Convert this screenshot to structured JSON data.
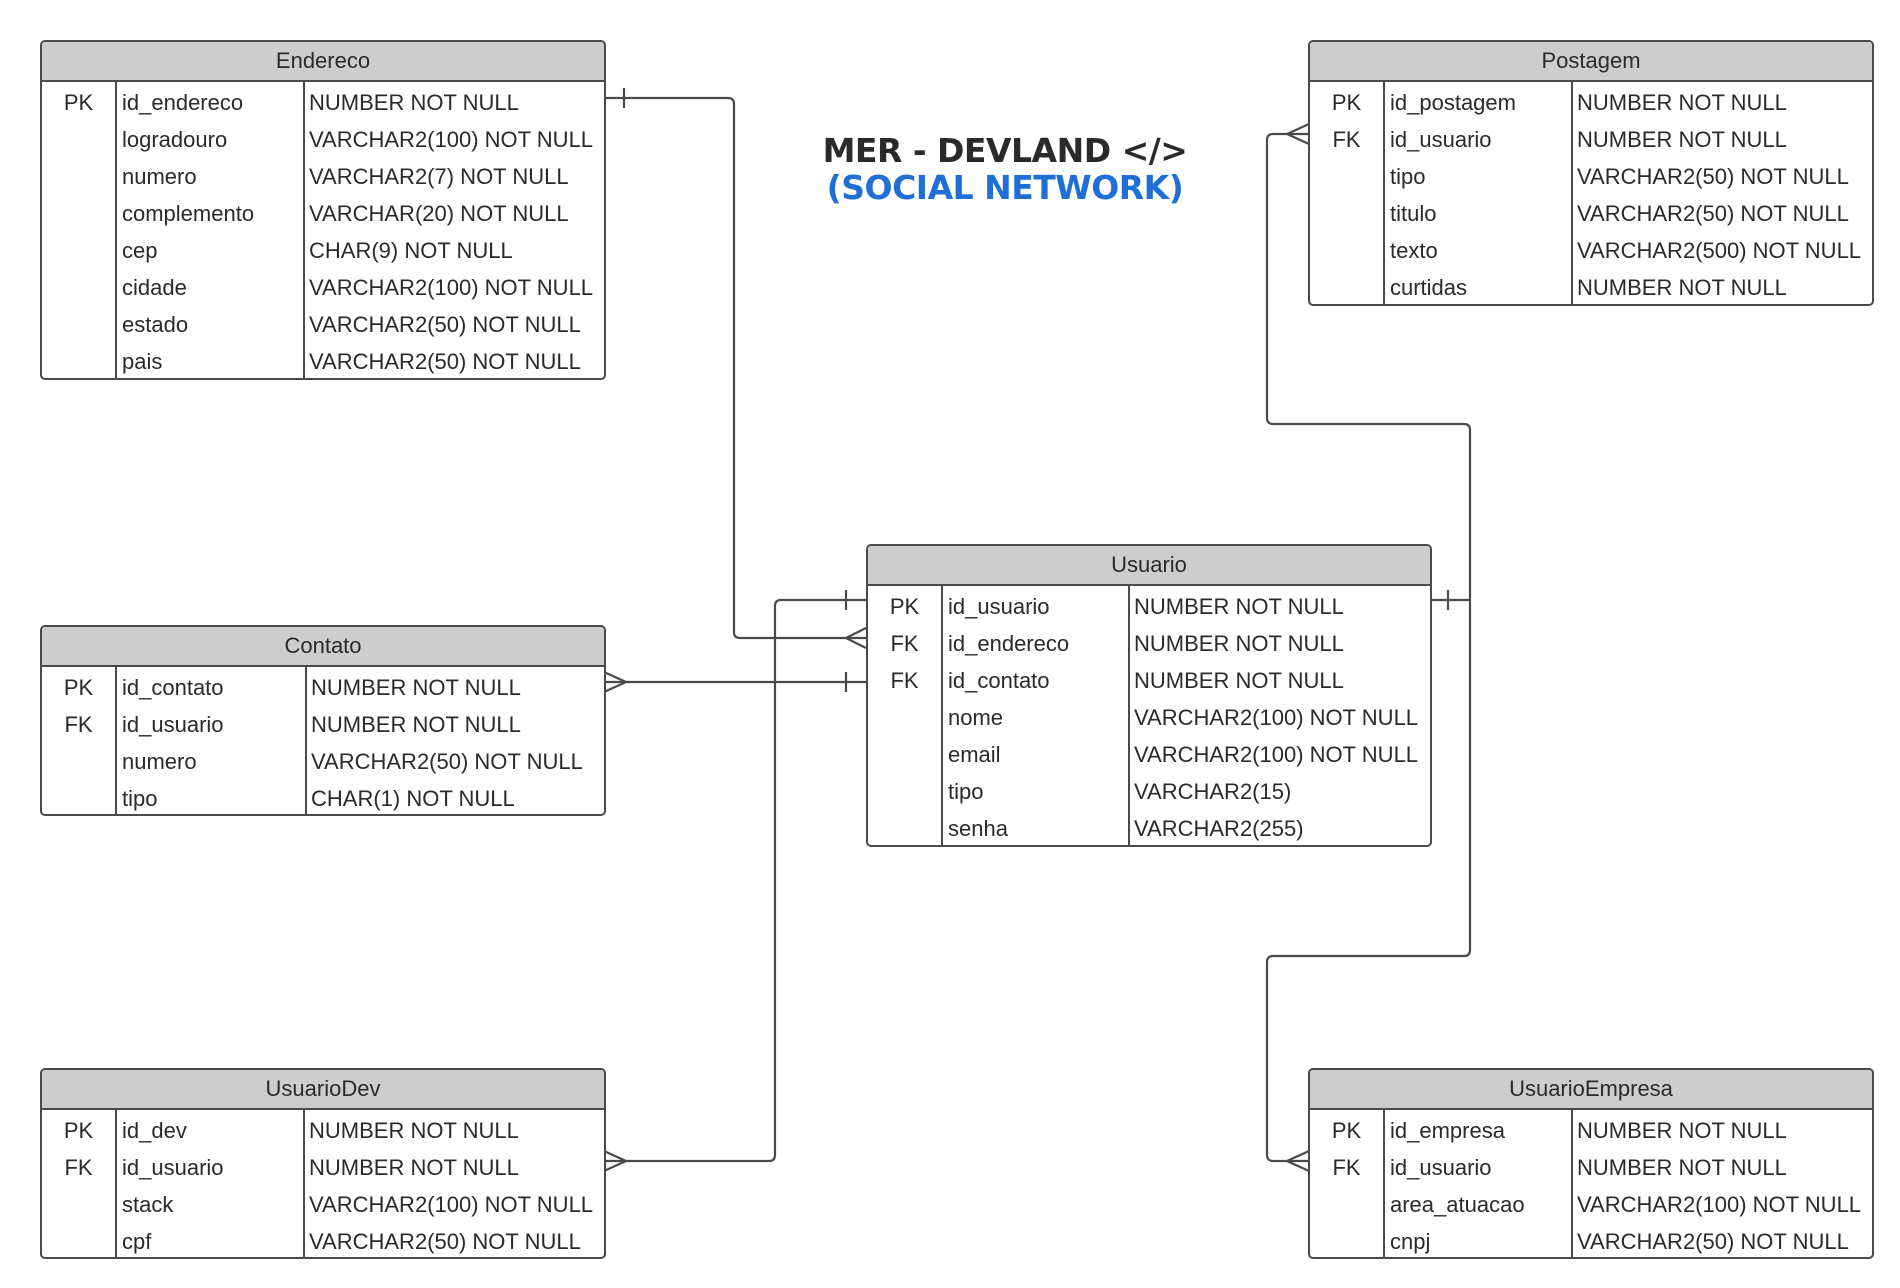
{
  "title": {
    "line1": "MER - DEVLAND </>",
    "line2": "(SOCIAL NETWORK)"
  },
  "entities": {
    "endereco": {
      "name": "Endereco",
      "rows": [
        {
          "key": "PK",
          "field": "id_endereco",
          "type": "NUMBER NOT NULL"
        },
        {
          "key": "",
          "field": "logradouro",
          "type": "VARCHAR2(100) NOT NULL"
        },
        {
          "key": "",
          "field": "numero",
          "type": "VARCHAR2(7) NOT NULL"
        },
        {
          "key": "",
          "field": "complemento",
          "type": "VARCHAR(20) NOT NULL"
        },
        {
          "key": "",
          "field": "cep",
          "type": "CHAR(9) NOT NULL"
        },
        {
          "key": "",
          "field": "cidade",
          "type": "VARCHAR2(100) NOT NULL"
        },
        {
          "key": "",
          "field": "estado",
          "type": "VARCHAR2(50) NOT NULL"
        },
        {
          "key": "",
          "field": "pais",
          "type": "VARCHAR2(50) NOT NULL"
        }
      ]
    },
    "postagem": {
      "name": "Postagem",
      "rows": [
        {
          "key": "PK",
          "field": "id_postagem",
          "type": "NUMBER NOT NULL"
        },
        {
          "key": "FK",
          "field": "id_usuario",
          "type": "NUMBER NOT NULL"
        },
        {
          "key": "",
          "field": "tipo",
          "type": "VARCHAR2(50) NOT NULL"
        },
        {
          "key": "",
          "field": "titulo",
          "type": "VARCHAR2(50) NOT NULL"
        },
        {
          "key": "",
          "field": "texto",
          "type": "VARCHAR2(500) NOT NULL"
        },
        {
          "key": "",
          "field": "curtidas",
          "type": "NUMBER NOT NULL"
        }
      ]
    },
    "usuario": {
      "name": "Usuario",
      "rows": [
        {
          "key": "PK",
          "field": "id_usuario",
          "type": "NUMBER NOT NULL"
        },
        {
          "key": "FK",
          "field": "id_endereco",
          "type": "NUMBER NOT NULL"
        },
        {
          "key": "FK",
          "field": "id_contato",
          "type": "NUMBER NOT NULL"
        },
        {
          "key": "",
          "field": "nome",
          "type": "VARCHAR2(100) NOT NULL"
        },
        {
          "key": "",
          "field": "email",
          "type": "VARCHAR2(100) NOT NULL"
        },
        {
          "key": "",
          "field": "tipo",
          "type": "VARCHAR2(15)"
        },
        {
          "key": "",
          "field": "senha",
          "type": "VARCHAR2(255)"
        }
      ]
    },
    "contato": {
      "name": "Contato",
      "rows": [
        {
          "key": "PK",
          "field": "id_contato",
          "type": "NUMBER NOT NULL"
        },
        {
          "key": "FK",
          "field": "id_usuario",
          "type": "NUMBER NOT NULL"
        },
        {
          "key": "",
          "field": "numero",
          "type": "VARCHAR2(50) NOT NULL"
        },
        {
          "key": "",
          "field": "tipo",
          "type": "CHAR(1) NOT NULL"
        }
      ]
    },
    "usuariodev": {
      "name": "UsuarioDev",
      "rows": [
        {
          "key": "PK",
          "field": "id_dev",
          "type": "NUMBER NOT NULL"
        },
        {
          "key": "FK",
          "field": "id_usuario",
          "type": "NUMBER NOT NULL"
        },
        {
          "key": "",
          "field": "stack",
          "type": "VARCHAR2(100) NOT NULL"
        },
        {
          "key": "",
          "field": "cpf",
          "type": "VARCHAR2(50) NOT NULL"
        }
      ]
    },
    "usuarioempresa": {
      "name": "UsuarioEmpresa",
      "rows": [
        {
          "key": "PK",
          "field": "id_empresa",
          "type": "NUMBER NOT NULL"
        },
        {
          "key": "FK",
          "field": "id_usuario",
          "type": "NUMBER NOT NULL"
        },
        {
          "key": "",
          "field": "area_atuacao",
          "type": "VARCHAR2(100) NOT NULL"
        },
        {
          "key": "",
          "field": "cnpj",
          "type": "VARCHAR2(50) NOT NULL"
        }
      ]
    }
  }
}
